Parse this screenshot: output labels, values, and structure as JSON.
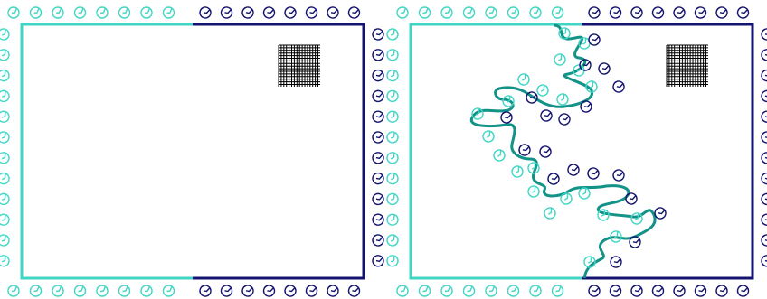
{
  "colors": {
    "cyan": "#40d6c6",
    "navy": "#141470",
    "teal": "#139288",
    "grid": "#000000",
    "background": "#ffffff"
  },
  "icons": {
    "cyan_marker": "curl-glyph-cyan",
    "navy_marker": "curl-glyph-navy"
  },
  "panels": [
    {
      "name": "left-panel",
      "content": "empty"
    },
    {
      "name": "right-panel",
      "content": "wavy-interface"
    }
  ]
}
